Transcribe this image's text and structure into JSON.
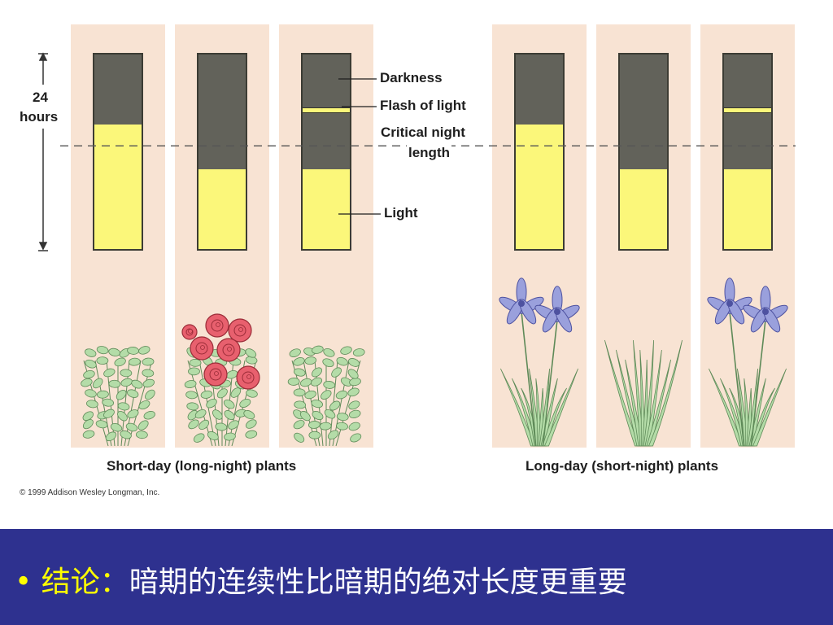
{
  "figure": {
    "axis_label_line1": "24",
    "axis_label_line2": "hours",
    "labels": {
      "darkness": "Darkness",
      "flash": "Flash of light",
      "critical_line1": "Critical night",
      "critical_line2": "length",
      "light": "Light"
    },
    "groups": [
      {
        "caption": "Short-day (long-night) plants",
        "plant": "leafy-shrub",
        "columns": [
          {
            "dark_fraction": 0.36,
            "flash_fraction": null,
            "flowering": false
          },
          {
            "dark_fraction": 0.59,
            "flash_fraction": null,
            "flowering": true
          },
          {
            "dark_fraction": 0.59,
            "flash_fraction": 0.27,
            "flowering": false
          }
        ]
      },
      {
        "caption": "Long-day (short-night) plants",
        "plant": "iris",
        "columns": [
          {
            "dark_fraction": 0.36,
            "flash_fraction": null,
            "flowering": true
          },
          {
            "dark_fraction": 0.59,
            "flash_fraction": null,
            "flowering": false
          },
          {
            "dark_fraction": 0.59,
            "flash_fraction": 0.27,
            "flowering": true
          }
        ]
      }
    ],
    "critical_night_fraction": 0.47,
    "copyright": "© 1999 Addison Wesley Longman, Inc.",
    "colors": {
      "panel": "#f8e3d3",
      "dark": "#62625a",
      "light": "#fbf77a",
      "leaf": "#b4dca8",
      "leaf_edge": "#5e8a58",
      "rose": "#e8606e",
      "rose_edge": "#9b2c38",
      "iris": "#9aa0dc",
      "iris_edge": "#4e52a0"
    }
  },
  "banner": {
    "bullet": "•",
    "keyword": "结论：",
    "text": "暗期的连续性比暗期的绝对长度更重要",
    "background": "#2e318f"
  }
}
